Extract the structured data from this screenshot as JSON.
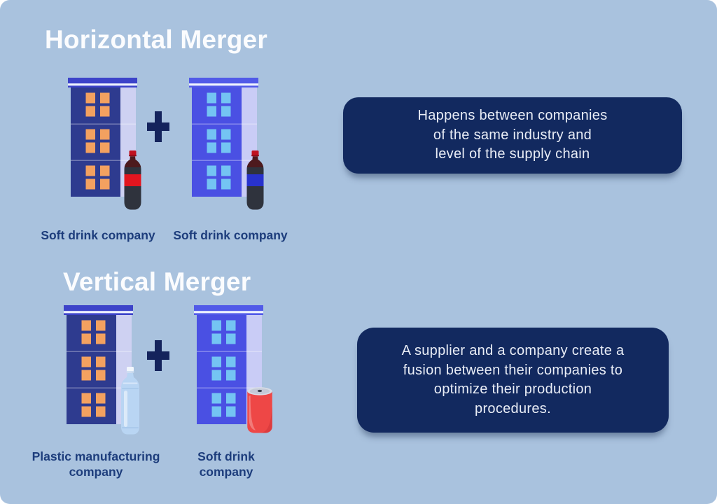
{
  "page": {
    "background_color": "#a9c2de",
    "panel_color": "#12295f",
    "title_color": "#fbfcfe",
    "label_color": "#1d3d7c",
    "plus_color": "#14235c",
    "building_dark_color": "#2e3b8f",
    "building_bright_color": "#4a50e3",
    "window_orange_color": "#f3a160",
    "window_sky_color": "#74c4f3"
  },
  "horizontal": {
    "title": "Horizontal Merger",
    "left_label": "Soft drink company",
    "right_label": "Soft drink company",
    "description": [
      "Happens between companies",
      "of the same industry and",
      "level of the supply chain"
    ]
  },
  "vertical": {
    "title": "Vertical Merger",
    "left_label": [
      "Plastic manufacturing",
      "company"
    ],
    "right_label": [
      "Soft drink",
      "company"
    ],
    "description": [
      "A supplier and a company create a",
      "fusion between their companies to",
      "optimize their production",
      "procedures."
    ]
  },
  "icons": {
    "plus": "plus-icon",
    "building_dark": "office-building-dark-icon",
    "building_bright": "office-building-bright-icon",
    "cola_red": "cola-bottle-red-label-icon",
    "cola_blue": "cola-bottle-blue-label-icon",
    "water": "plastic-water-bottle-icon",
    "can": "red-soda-can-icon"
  }
}
